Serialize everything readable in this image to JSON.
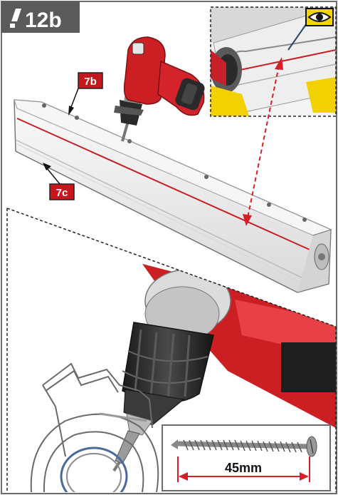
{
  "step": {
    "number_label": "12b"
  },
  "callouts": {
    "part_a": "7b",
    "part_b": "7c"
  },
  "screw": {
    "length_label": "45mm"
  },
  "colors": {
    "badge_bg": "#5a5a5a",
    "accent_red": "#cc1f24",
    "eye_yellow": "#f2d400",
    "profile_grey": "#ededed"
  },
  "icons": {
    "inspect": "eye-icon",
    "step_marker": "slash-icon"
  }
}
